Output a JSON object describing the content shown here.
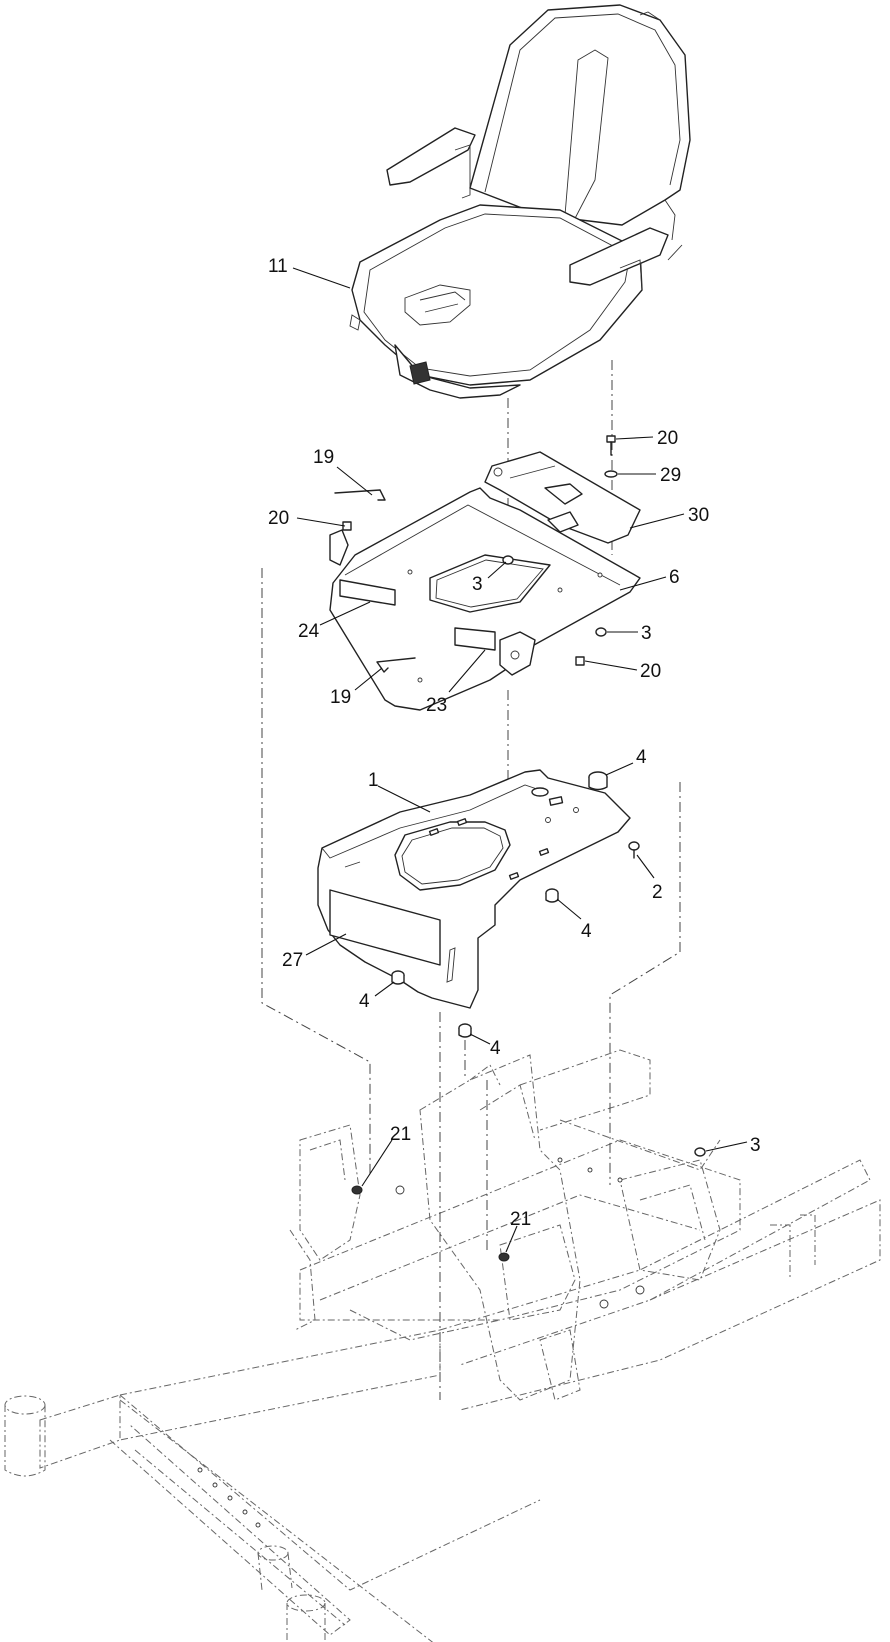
{
  "callouts": [
    {
      "id": "11",
      "label": "11"
    },
    {
      "id": "19a",
      "label": "19"
    },
    {
      "id": "20a",
      "label": "20"
    },
    {
      "id": "29",
      "label": "29"
    },
    {
      "id": "30",
      "label": "30"
    },
    {
      "id": "20b",
      "label": "20"
    },
    {
      "id": "3a",
      "label": "3"
    },
    {
      "id": "6",
      "label": "6"
    },
    {
      "id": "24",
      "label": "24"
    },
    {
      "id": "3b",
      "label": "3"
    },
    {
      "id": "20c",
      "label": "20"
    },
    {
      "id": "19b",
      "label": "19"
    },
    {
      "id": "23",
      "label": "23"
    },
    {
      "id": "4a",
      "label": "4"
    },
    {
      "id": "1",
      "label": "1"
    },
    {
      "id": "2",
      "label": "2"
    },
    {
      "id": "4b",
      "label": "4"
    },
    {
      "id": "27",
      "label": "27"
    },
    {
      "id": "4c",
      "label": "4"
    },
    {
      "id": "4d",
      "label": "4"
    },
    {
      "id": "21a",
      "label": "21"
    },
    {
      "id": "3c",
      "label": "3"
    },
    {
      "id": "21b",
      "label": "21"
    }
  ]
}
